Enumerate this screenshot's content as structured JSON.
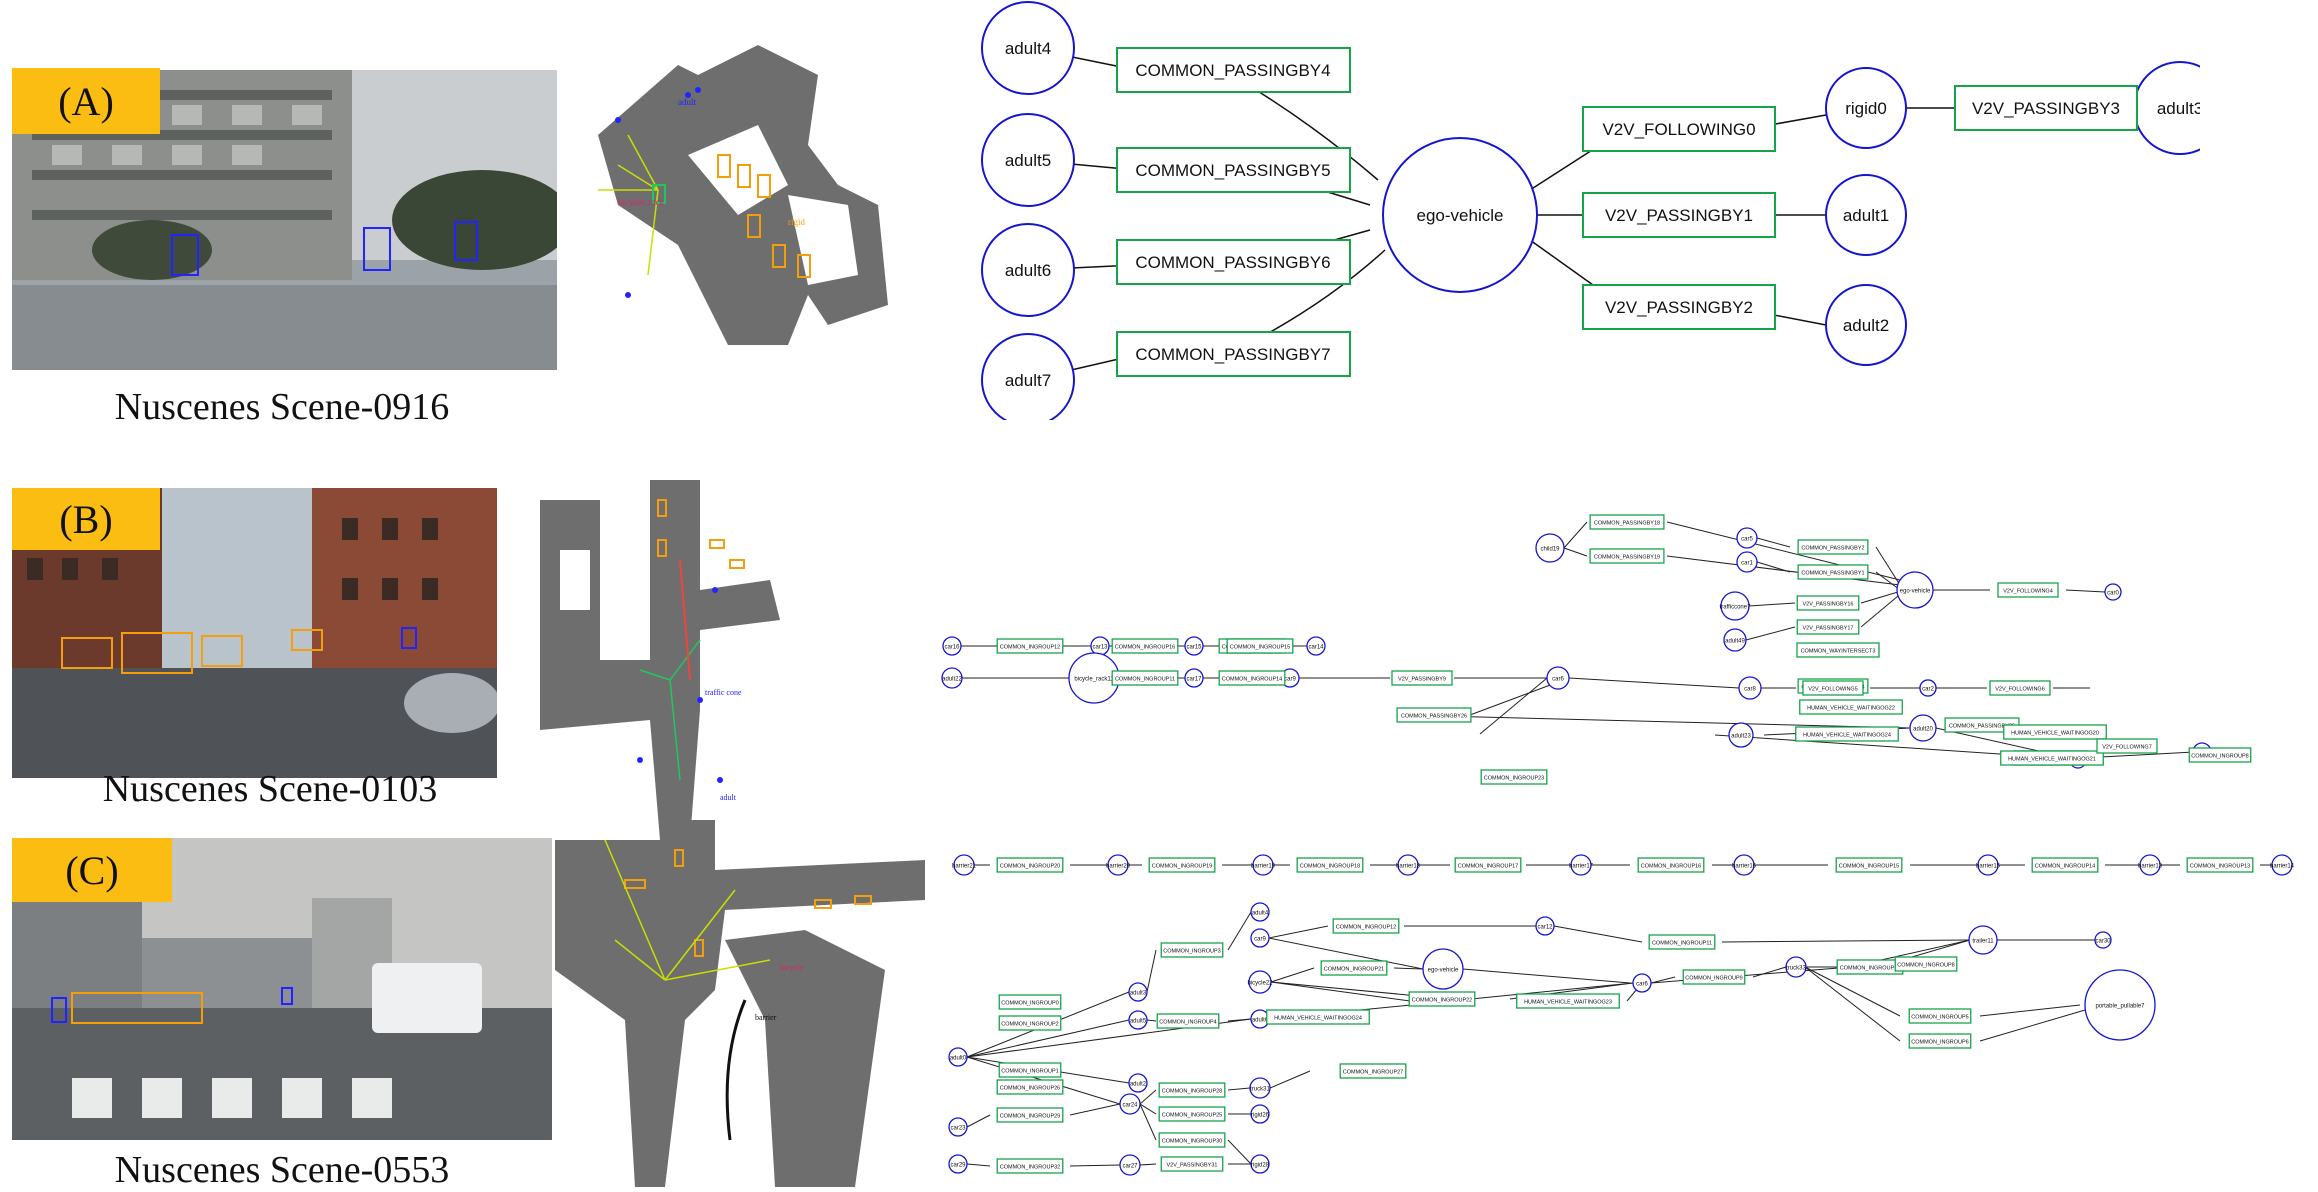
{
  "panels": [
    {
      "label": "(A)",
      "caption": "Nuscenes Scene-0916"
    },
    {
      "label": "(B)",
      "caption": "Nuscenes Scene-0103"
    },
    {
      "label": "(C)",
      "caption": "Nuscenes Scene-0553"
    }
  ],
  "colors": {
    "node_circle": "#1515d0",
    "relation_box": "#16a34a",
    "label_badge": "#fbbd12",
    "map_road": "#6e6e6e",
    "box_orange": "#f59e0b",
    "box_blue": "#2323ff"
  },
  "graphA": {
    "nodes": [
      {
        "id": "adult4",
        "label": "adult4"
      },
      {
        "id": "adult5",
        "label": "adult5"
      },
      {
        "id": "adult6",
        "label": "adult6"
      },
      {
        "id": "adult7",
        "label": "adult7"
      },
      {
        "id": "ego",
        "label": "ego-vehicle"
      },
      {
        "id": "rigid0",
        "label": "rigid0"
      },
      {
        "id": "adult3",
        "label": "adult3"
      },
      {
        "id": "adult1",
        "label": "adult1"
      },
      {
        "id": "adult2",
        "label": "adult2"
      }
    ],
    "relations": [
      {
        "id": "r4",
        "label": "COMMON_PASSINGBY4"
      },
      {
        "id": "r5",
        "label": "COMMON_PASSINGBY5"
      },
      {
        "id": "r6",
        "label": "COMMON_PASSINGBY6"
      },
      {
        "id": "r7",
        "label": "COMMON_PASSINGBY7"
      },
      {
        "id": "f0",
        "label": "V2V_FOLLOWING0"
      },
      {
        "id": "p1",
        "label": "V2V_PASSINGBY1"
      },
      {
        "id": "p2",
        "label": "V2V_PASSINGBY2"
      },
      {
        "id": "p3",
        "label": "V2V_PASSINGBY3"
      }
    ]
  },
  "graphB": {
    "nodes": [
      "child19",
      "car5",
      "car1",
      "trafficcone7",
      "adult49",
      "ego-vehicle",
      "car0",
      "car16",
      "car13",
      "car15",
      "car14",
      "adult22",
      "bicycle_rack11",
      "car17",
      "car9",
      "car6",
      "car8",
      "car7",
      "car2",
      "adult20",
      "adult23",
      "car3",
      "portable_pullable21"
    ],
    "relations": [
      "COMMON_PASSINGBY18",
      "COMMON_PASSINGBY19",
      "COMMON_PASSINGBY2",
      "COMMON_PASSINGBY1",
      "V2V_PASSINGBY16",
      "V2V_PASSINGBY17",
      "COMMON_WAYINTERSECT3",
      "V2V_FOLLOWING4",
      "COMMON_INGROUP12",
      "COMMON_INGROUP16",
      "COMMON_INGROUP13",
      "COMMON_INGROUP15",
      "COMMON_INGROUP11",
      "COMMON_INGROUP14",
      "V2V_PASSINGBY9",
      "COMMON_PASSINGBY4",
      "V2V_FOLLOWING5",
      "V2V_FOLLOWING6",
      "COMMON_PASSINGBY26",
      "HUMAN_VEHICLE_WAITINGOG22",
      "HUMAN_VEHICLE_WAITINGOG24",
      "COMMON_PASSINGBY25",
      "COMMON_PASSINGBY27",
      "COMMON_INGROUP23",
      "HUMAN_VEHICLE_WAITINGOG20",
      "HUMAN_VEHICLE_WAITINGOG21",
      "V2V_FOLLOWING7",
      "COMMON_INGROUP8"
    ]
  },
  "graphC": {
    "nodes": [
      "barrier21",
      "barrier20",
      "barrier19",
      "barrier18",
      "barrier17",
      "barrier16",
      "barrier15",
      "barrier13",
      "barrier14",
      "adult4",
      "car9",
      "car12",
      "trailer11",
      "car30",
      "bicycle22",
      "ego-vehicle",
      "truck33",
      "car6",
      "adult3",
      "adult5",
      "adult6",
      "adult0",
      "adult2",
      "truck31",
      "car24",
      "car23",
      "car27",
      "car29",
      "rigid26",
      "rigid28",
      "portable_pullable7"
    ],
    "relations": [
      "COMMON_INGROUP20",
      "COMMON_INGROUP19",
      "COMMON_INGROUP18",
      "COMMON_INGROUP17",
      "COMMON_INGROUP16",
      "COMMON_INGROUP15",
      "COMMON_INGROUP14",
      "COMMON_INGROUP13",
      "COMMON_INGROUP3",
      "COMMON_INGROUP12",
      "COMMON_INGROUP11",
      "COMMON_INGROUP10",
      "COMMON_INGROUP8",
      "COMMON_INGROUP21",
      "COMMON_INGROUP9",
      "HUMAN_VEHICLE_WAITINGOG24",
      "COMMON_INGROUP22",
      "HUMAN_VEHICLE_WAITINGOG23",
      "COMMON_INGROUP0",
      "COMMON_INGROUP5",
      "COMMON_INGROUP2",
      "COMMON_INGROUP4",
      "COMMON_INGROUP6",
      "COMMON_INGROUP1",
      "COMMON_INGROUP26",
      "COMMON_INGROUP27",
      "COMMON_INGROUP28",
      "COMMON_INGROUP25",
      "COMMON_INGROUP29",
      "COMMON_INGROUP30",
      "COMMON_INGROUP32",
      "V2V_PASSINGBY31"
    ]
  },
  "map_labels": {
    "a": [
      "bicycle_rack",
      "adult",
      "rigid"
    ],
    "b": [
      "traffic cone",
      "adult"
    ],
    "c": [
      "barrier",
      "bicycle"
    ]
  }
}
